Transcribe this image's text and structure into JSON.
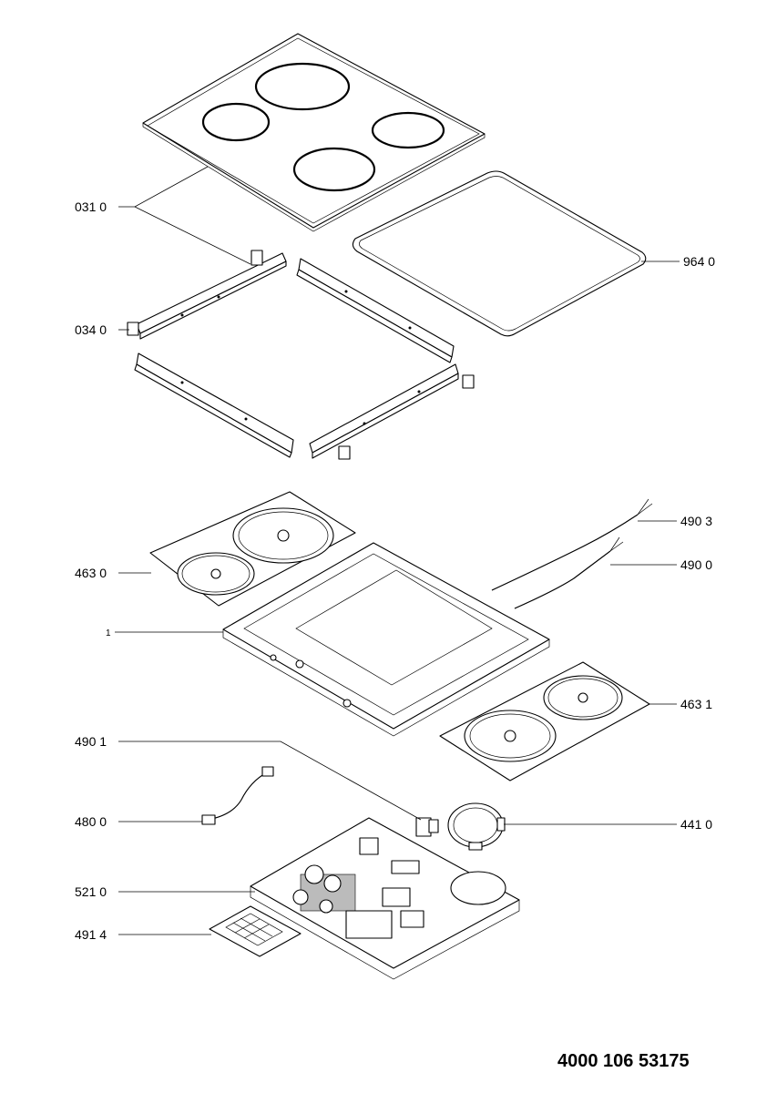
{
  "labels": {
    "l0310": "031 0",
    "l0340": "034 0",
    "l9640": "964 0",
    "l4903": "490 3",
    "l4630": "463 0",
    "l4900": "490 0",
    "l1": "1",
    "l4631": "463 1",
    "l4901": "490 1",
    "l4800": "480 0",
    "l4410": "441 0",
    "l5210": "521 0",
    "l4914": "491 4"
  },
  "document_number": "4000 106 53175"
}
